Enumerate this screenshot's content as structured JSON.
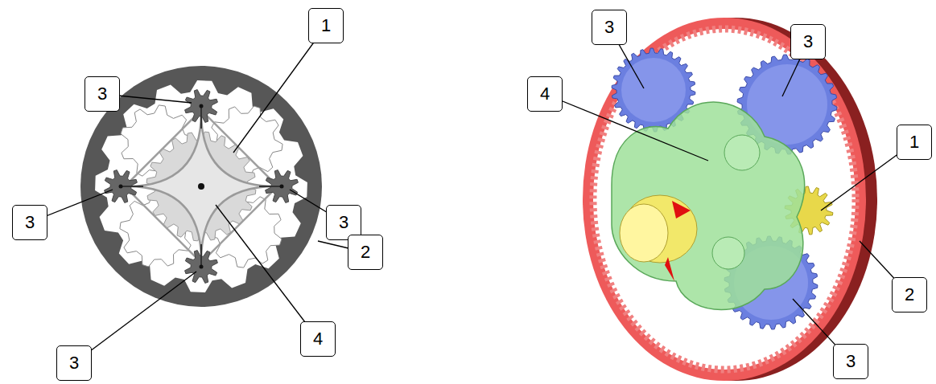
{
  "diagram": {
    "labels": [
      "3",
      "1",
      "3",
      "3",
      "2",
      "4",
      "3",
      "3",
      "3",
      "4",
      "1",
      "2",
      "3"
    ]
  }
}
